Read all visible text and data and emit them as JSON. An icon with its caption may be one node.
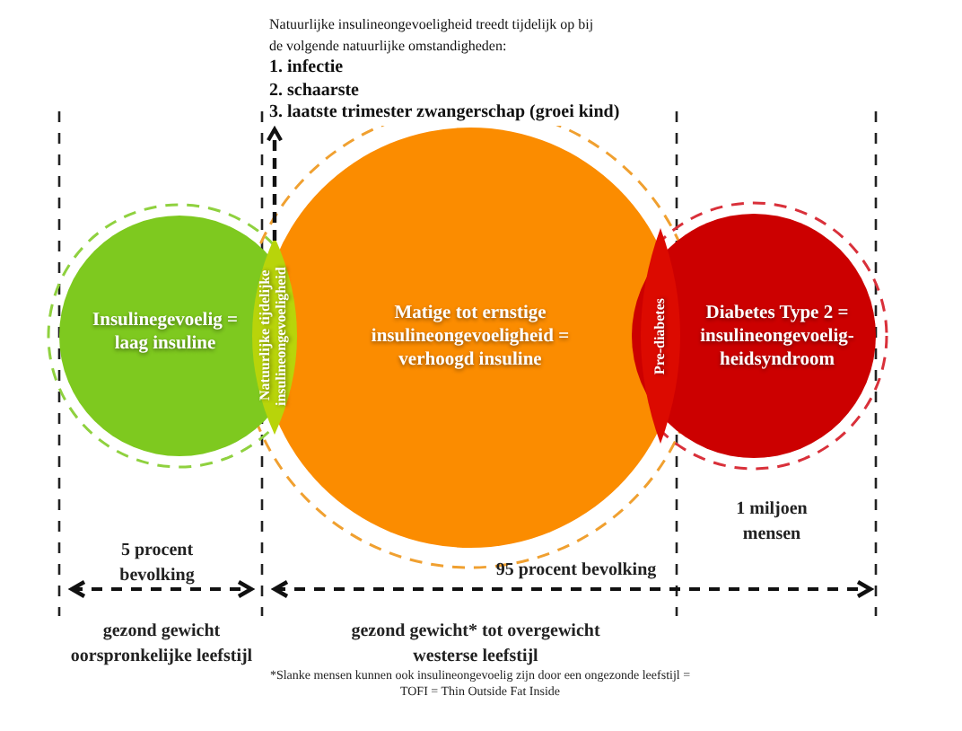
{
  "diagram": {
    "nodes": [
      {
        "text": [
          "Insulinegevoelig = laag insuline"
        ]
      },
      {
        "text": [
          "Natuurlijke tijdelijke insulineongevoeligheid"
        ]
      },
      {
        "text": [
          "Matige tot ernstige insulineongevoeligheid = verhoogd insuline"
        ]
      },
      {
        "text": [
          "Pre-diabetes"
        ]
      },
      {
        "text": [
          "Diabetes Type 2 = insulineongevoelig-heidsyndroom"
        ]
      },
      {
        "text": [
          "Natuurlijke insulineongevoeligheid treedt tijdelijk op bij de volgende natuurlijke omstandigheden:",
          "1. infectie",
          "2. schaarste",
          "3. laatste trimester zwangerschap (groei kind)"
        ]
      }
    ],
    "edges": [
      {
        "from": 1,
        "to": 5,
        "arrow": "to",
        "style": "dashed"
      }
    ],
    "labels": [
      "1 miljoen mensen",
      "5 procent bevolking",
      "95 procent bevolking",
      "gezond gewicht oorspronkelijke leefstijl",
      "gezond gewicht* tot overgewicht westerse leefstijl",
      "*Slanke mensen kunnen ook insulineongevoelig zijn door een ongezonde leefstijl = TOFI = Thin Outside Fat Inside"
    ]
  }
}
